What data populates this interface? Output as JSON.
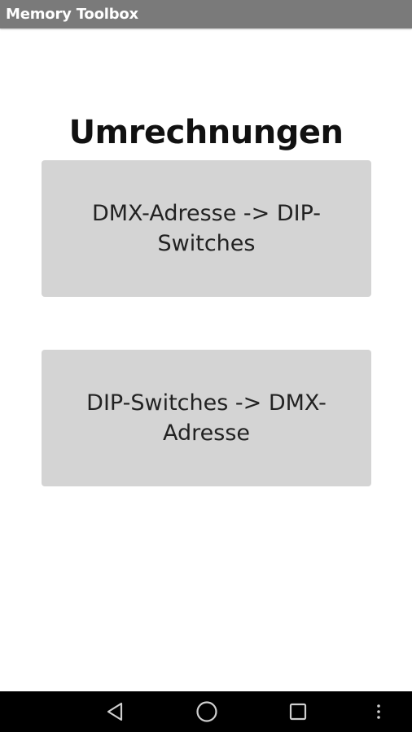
{
  "app": {
    "title": "Memory Toolbox"
  },
  "main": {
    "heading": "Umrechnungen",
    "buttons": [
      {
        "label": "DMX-Adresse -> DIP-Switches"
      },
      {
        "label": "DIP-Switches -> DMX-Adresse"
      }
    ]
  },
  "nav": {
    "icons": [
      "back-icon",
      "home-icon",
      "recents-icon",
      "overflow-menu-icon"
    ]
  }
}
